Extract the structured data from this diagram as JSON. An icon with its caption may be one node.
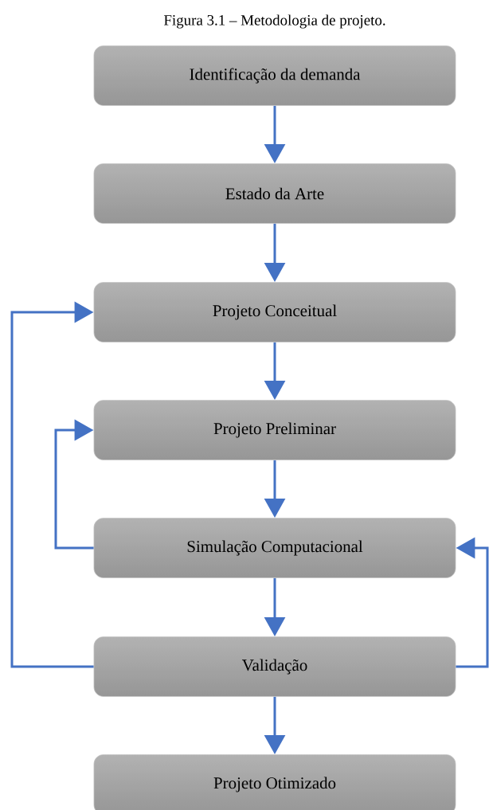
{
  "diagram": {
    "caption": "Figura 3.1 – Metodologia de projeto.",
    "nodes": [
      {
        "text": [
          "Identificação da demanda"
        ]
      },
      {
        "text": [
          "Estado da Arte"
        ]
      },
      {
        "text": [
          "Projeto Conceitual"
        ]
      },
      {
        "text": [
          "Projeto Preliminar"
        ]
      },
      {
        "text": [
          "Simulação Computacional"
        ]
      },
      {
        "text": [
          "Validação"
        ]
      },
      {
        "text": [
          "Projeto Otimizado"
        ]
      }
    ],
    "edges": [
      {
        "from": 0,
        "to": 1,
        "arrow": "to"
      },
      {
        "from": 1,
        "to": 2,
        "arrow": "to"
      },
      {
        "from": 2,
        "to": 3,
        "arrow": "to"
      },
      {
        "from": 3,
        "to": 4,
        "arrow": "to"
      },
      {
        "from": 4,
        "to": 3,
        "arrow": "to"
      },
      {
        "from": 4,
        "to": 5,
        "arrow": "to"
      },
      {
        "from": 5,
        "to": 2,
        "arrow": "to"
      },
      {
        "from": 5,
        "to": 4,
        "arrow": "to"
      },
      {
        "from": 5,
        "to": 6,
        "arrow": "to"
      }
    ]
  }
}
